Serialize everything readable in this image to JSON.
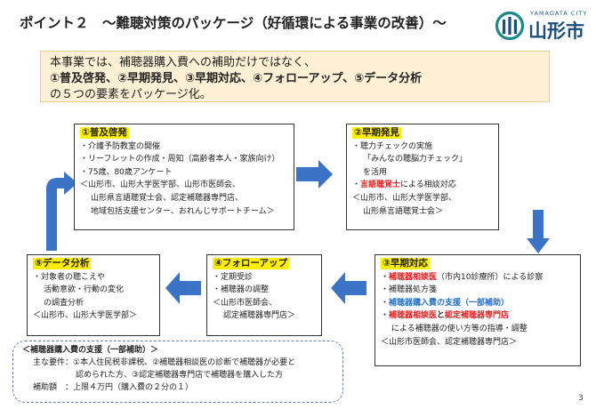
{
  "title": "ポイント２　～難聴対策のパッケージ（好循環による事業の改善）～",
  "logo": {
    "city_en": "YAMAGATA CITY",
    "name": "山形市"
  },
  "intro": {
    "line1": "本事業では、補聴器購入費への補助だけではなく、",
    "line2": "①普及啓発、②早期発見、③早期対応、④フォローアップ、⑤データ分析",
    "line3": "の５つの要素をパッケージ化。"
  },
  "box1": {
    "heading": "①普及啓発",
    "lines": [
      "・介護予防教室の開催",
      "・リーフレットの作成・周知（高齢者本人・家族向け）",
      "・75歳、80歳アンケート",
      "＜山形市、山形大学医学部、山形市医師会、",
      "山形県言語聴覚士会、認定補聴器専門店、",
      "地域包括支援センター、おれんじサポートチーム＞"
    ]
  },
  "box2": {
    "heading": "②早期発見",
    "line1": "・聴力チェックの実施",
    "line2": "「みんなの聴脳力チェック」",
    "line3": "を活用",
    "line4_red": "言語聴覚士",
    "line4_rest": "による相談対応",
    "line5": "＜山形市、山形大学医学部、",
    "line6": "山形県言語聴覚士会＞"
  },
  "box3": {
    "heading": "③早期対応",
    "line1_red": "補聴器相談医",
    "line1_rest": "（市内10診療所）による診察",
    "line2": "・補聴器処方箋",
    "line3_blue": "補聴器購入費の支援（一部補助）",
    "line4_red1": "補聴器相談医",
    "line4_mid": "と",
    "line4_red2": "認定補聴器専門店",
    "line5": "による補聴器の使い方等の指導・調整",
    "line6": "＜山形市医師会、認定補聴器専門店＞"
  },
  "box4": {
    "heading": "④フォローアップ",
    "lines": [
      "・定期受診",
      "・補聴器の調整",
      "＜山形市医師会、",
      "認定補聴器専門店＞"
    ]
  },
  "box5": {
    "heading": "⑤データ分析",
    "lines": [
      "・対象者の聴こえや",
      "活動意欲・行動の変化",
      "の調査分析",
      "＜山形市、山形大学医学部＞"
    ]
  },
  "note": {
    "title": "＜補聴器購入費の支援（一部補助）＞",
    "req1": "主な要件：①本人住民税非課税、②補聴器相談医の診断で補聴器が必要と",
    "req2": "認められた方、③認定補聴器専門店で補聴器を購入した方",
    "amount": "補助額　：上限４万円（購入費の２分の１）"
  },
  "page_number": "3",
  "colors": {
    "arrow": "#3b74c6",
    "highlight": "#ffee00",
    "red": "#e51b1b",
    "blue": "#1f6fc4",
    "intro_bg": "#fdf0d4",
    "logo": "#1c4e7c"
  }
}
